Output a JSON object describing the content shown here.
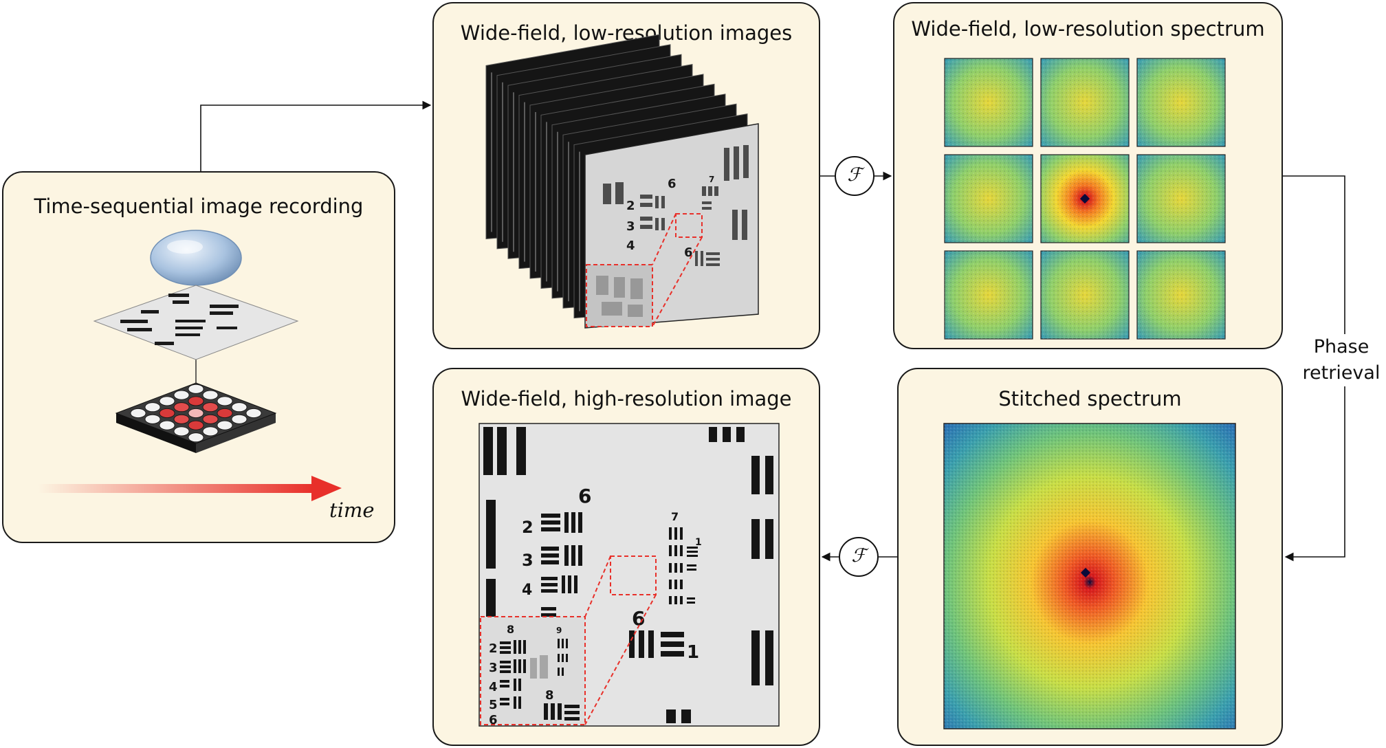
{
  "panels": {
    "recording": {
      "title": "Time-sequential image recording",
      "time_label": "time"
    },
    "low_images": {
      "title": "Wide-field, low-resolution images"
    },
    "low_spectrum": {
      "title": "Wide-field, low-resolution spectrum"
    },
    "high_image": {
      "title": "Wide-field, high-resolution image"
    },
    "stitched": {
      "title": "Stitched spectrum"
    }
  },
  "operators": {
    "fourier_symbol": "ℱ"
  },
  "side_label": {
    "line1": "Phase",
    "line2": "retrieval"
  },
  "target_labels": {
    "group6": "6",
    "group7": "7",
    "group8": "8",
    "group9": "9",
    "el2": "2",
    "el3": "3",
    "el4": "4",
    "el5": "5",
    "el1": "1"
  },
  "colors": {
    "panel_bg": "#fcf5e2",
    "accent_red": "#e8302a",
    "spectrum_low": "#2b6fb5",
    "spectrum_mid": "#8fcf6a",
    "spectrum_high": "#f2d631",
    "spectrum_peak": "#d7191c"
  },
  "icons": [
    "lens-icon",
    "led-array-icon",
    "time-arrow-icon",
    "fourier-operator-icon"
  ]
}
